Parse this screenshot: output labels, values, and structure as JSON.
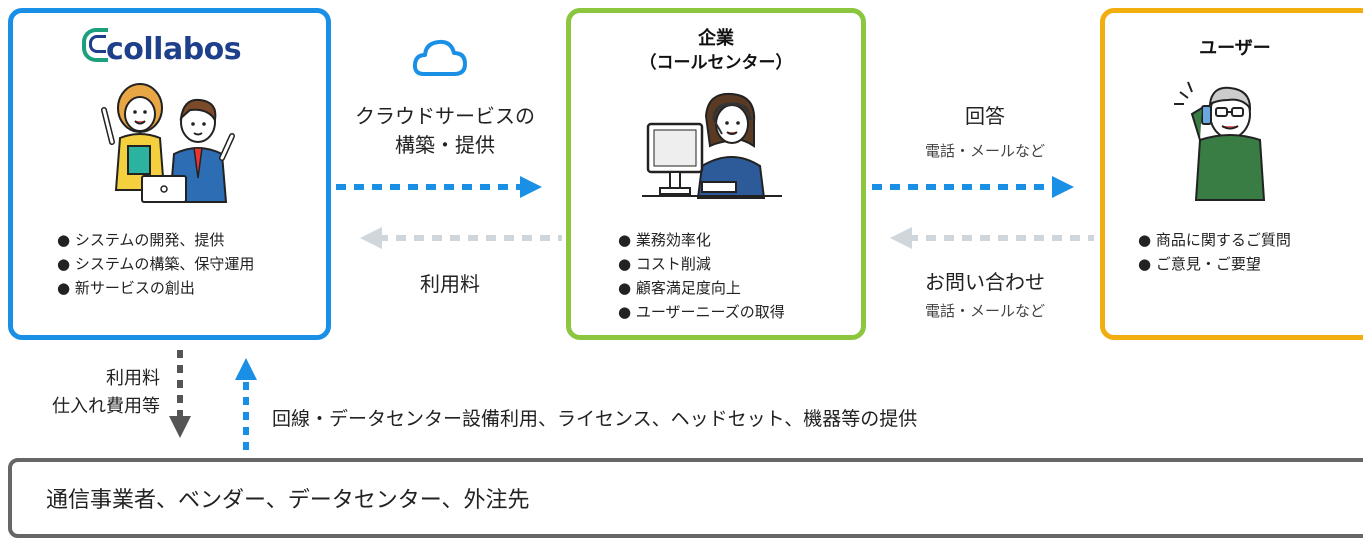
{
  "collabos": {
    "logo_text": "collabos",
    "bullets": [
      "システムの開発、提供",
      "システムの構築、保守運用",
      "新サービスの創出"
    ]
  },
  "company": {
    "title": "企業",
    "subtitle": "（コールセンター）",
    "bullets": [
      "業務効率化",
      "コスト削減",
      "顧客満足度向上",
      "ユーザーニーズの取得"
    ]
  },
  "user": {
    "title": "ユーザー",
    "bullets": [
      "商品に関するご質問",
      "ご意見・ご要望"
    ]
  },
  "flows": {
    "cloud_line1": "クラウドサービスの",
    "cloud_line2": "構築・提供",
    "fee_label": "利用料",
    "answer_label": "回答",
    "answer_sub": "電話・メールなど",
    "inquiry_label": "お問い合わせ",
    "inquiry_sub": "電話・メールなど",
    "down_line1": "利用料",
    "down_line2": "仕入れ費用等",
    "up_label": "回線・データセンター設備利用、ライセンス、ヘッドセット、機器等の提供"
  },
  "vendors": {
    "label": "通信事業者、ベンダー、データセンター、外注先"
  },
  "colors": {
    "blue": "#1a8fe6",
    "green": "#8cc63f",
    "orange": "#f2ad0f",
    "gray_box": "#666666",
    "light_arrow": "#cfd6dc"
  },
  "icons": [
    "cloud-icon",
    "staff-illustration",
    "operator-illustration",
    "customer-illustration"
  ]
}
